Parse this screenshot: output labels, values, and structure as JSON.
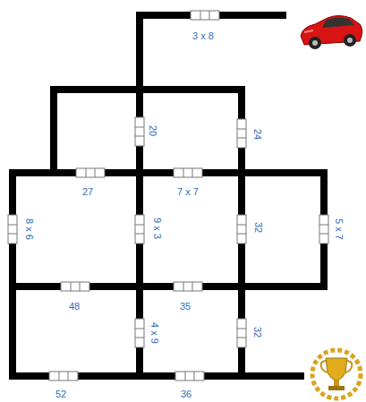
{
  "diagram": {
    "labels": [
      "3 x 8",
      "20",
      "24",
      "27",
      "7 x 7",
      "8 x 6",
      "9 x 3",
      "32",
      "5 x 7",
      "48",
      "35",
      "4 x 9",
      "32",
      "52",
      "36"
    ]
  }
}
